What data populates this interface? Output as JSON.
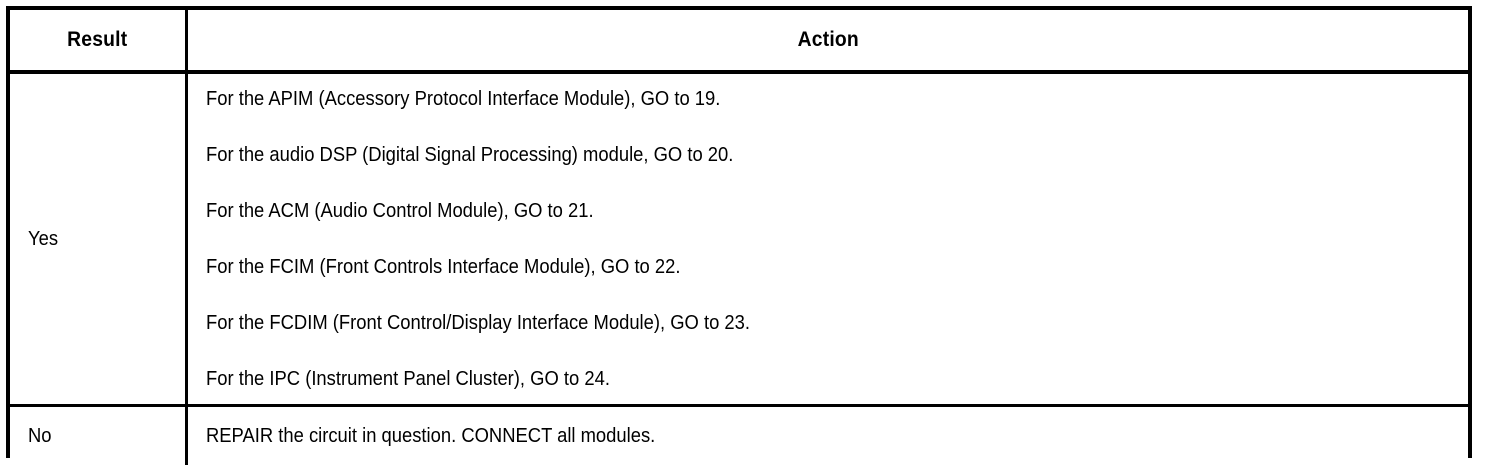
{
  "table": {
    "columns": [
      {
        "key": "result",
        "header": "Result"
      },
      {
        "key": "action",
        "header": "Action"
      }
    ],
    "rows": [
      {
        "result": "Yes",
        "actions": [
          "For the APIM (Accessory Protocol Interface Module), GO to 19.",
          "For the audio DSP (Digital Signal Processing) module, GO to 20.",
          "For the ACM (Audio Control Module), GO to 21.",
          "For the FCIM (Front Controls Interface Module), GO to 22.",
          "For the FCDIM (Front Control/Display Interface Module), GO to 23.",
          "For the IPC (Instrument Panel Cluster), GO to 24."
        ]
      },
      {
        "result": "No",
        "actions": [
          "REPAIR the circuit in question. CONNECT all modules."
        ]
      }
    ]
  },
  "style": {
    "border_color": "#000000",
    "text_color": "#000000",
    "background": "#ffffff"
  }
}
